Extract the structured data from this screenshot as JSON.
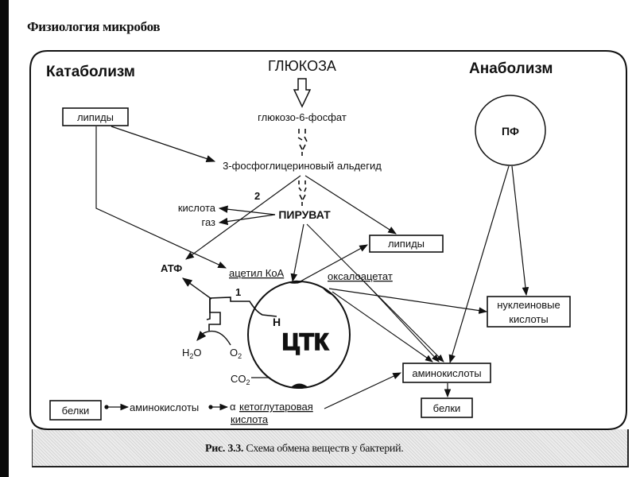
{
  "page_header": "Физиология микробов",
  "sections": {
    "catabolism": "Катаболизм",
    "anabolism": "Анаболизм"
  },
  "nodes": {
    "glucose": "ГЛЮКОЗА",
    "glucose_6_phosphate": "глюкозо-6-фосфат",
    "glyceraldehyde_3_phosphate": "3-фосфоглицериновый альдегид",
    "lipids_left": "липиды",
    "lipids_right": "липиды",
    "pyruvate": "ПИРУВАТ",
    "acid": "кислота",
    "gas": "газ",
    "atp": "АТФ",
    "acetyl_coa": "ацетил КоА",
    "oxaloacetate": "оксалоацетат",
    "tca_cycle": "ЦТК",
    "pentose_phosphate": "ПФ",
    "nucleic_acids_line1": "нуклеиновые",
    "nucleic_acids_line2": "кислоты",
    "amino_acids_right": "аминокислоты",
    "proteins_right": "белки",
    "proteins_left": "белки",
    "amino_acids_left": "аминокислоты",
    "alpha": "α",
    "alpha_ketoglutarate_line1": "кетоглутаровая",
    "alpha_ketoglutarate_line2": "кислота",
    "h2o_h": "H",
    "h2o_sub": "2",
    "h2o_o": "O",
    "o2_o": "O",
    "o2_sub": "2",
    "co2_co": "CO",
    "co2_sub": "2",
    "hydrogen": "Н",
    "label_1": "1",
    "label_2": "2"
  },
  "caption": {
    "prefix": "Рис. 3.3.",
    "text": " Схема обмена веществ у бактерий."
  }
}
